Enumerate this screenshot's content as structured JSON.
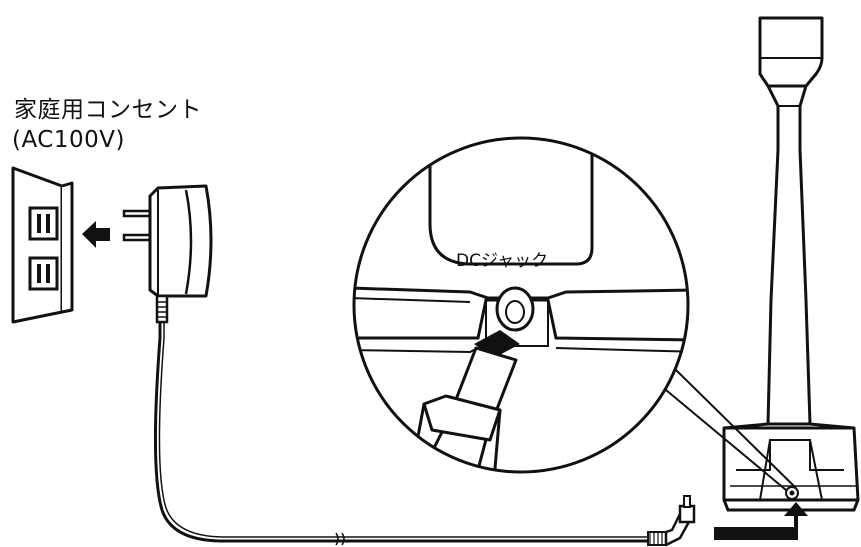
{
  "outlet": {
    "title": "家庭用コンセント",
    "voltage": "(AC100V)"
  },
  "callout": {
    "jack_label": "DCジャック"
  },
  "colors": {
    "line": "#111111",
    "fill_gray": "#d9d9d9",
    "background": "#ffffff"
  },
  "icons": {
    "arrow_to_outlet": "arrow-left-icon",
    "arrow_to_base": "arrow-up-icon"
  }
}
